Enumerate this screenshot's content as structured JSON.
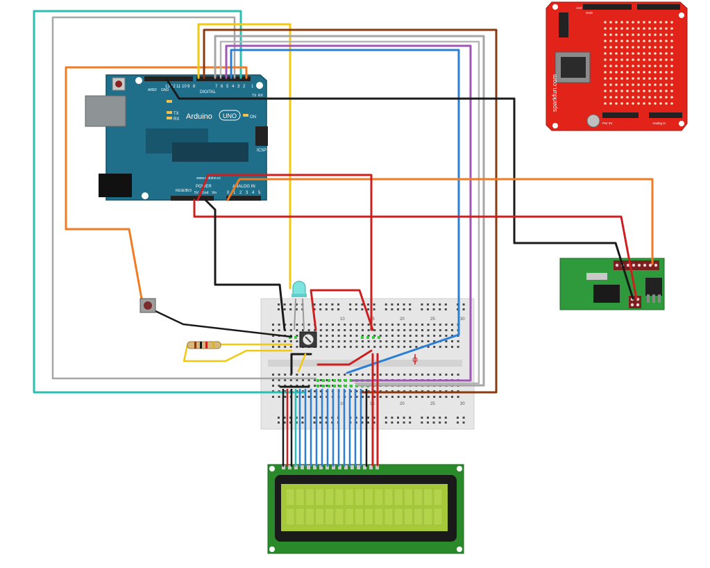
{
  "arduino": {
    "brand": "Arduino",
    "model": "UNO",
    "digital_label": "DIGITAL",
    "power_label": "POWER",
    "analog_label": "ANALOG IN",
    "url": "www.arduino.cc",
    "aref": "AREF",
    "gnd": "GND",
    "icsp": "ICSP",
    "on": "ON",
    "tx": "TX",
    "rx": "RX",
    "txd": "TX",
    "rxd": "RX",
    "pin_5v": "5V",
    "pin_gnd": "Gnd",
    "pin_vin": "Vin",
    "reset": "RESET",
    "v33": "3V3",
    "digital_pins": [
      "13",
      "12",
      "11",
      "10",
      "9",
      "8",
      "7",
      "6",
      "5",
      "4",
      "3",
      "2",
      "1",
      "0"
    ],
    "analog_pins": [
      "0",
      "1",
      "2",
      "3",
      "4",
      "5"
    ]
  },
  "shield": {
    "brand": "sparkfun.com",
    "aref": "Aref",
    "gnd": "GND",
    "power": "Pwr 5V",
    "analog": "Analog In"
  },
  "breadboard": {
    "col_labels": [
      "10",
      "15",
      "20",
      "25",
      "30"
    ]
  },
  "colors": {
    "arduino_board": "#1f6f8b",
    "shield_board": "#e2231a",
    "rf_board": "#2e9a3c",
    "lcd_board": "#2a8a2a",
    "lcd_screen": "#a6c93a",
    "breadboard": "#e6e6e6",
    "wire_red": "#cc1f1f",
    "wire_black": "#1a1a1a",
    "wire_blue": "#2a7fd4",
    "wire_yellow": "#f2c811",
    "wire_orange": "#f07b23",
    "wire_teal": "#2bbfb3",
    "wire_purple": "#a056b5",
    "wire_gray": "#a6a6a6",
    "wire_brown": "#8b3a0f"
  }
}
